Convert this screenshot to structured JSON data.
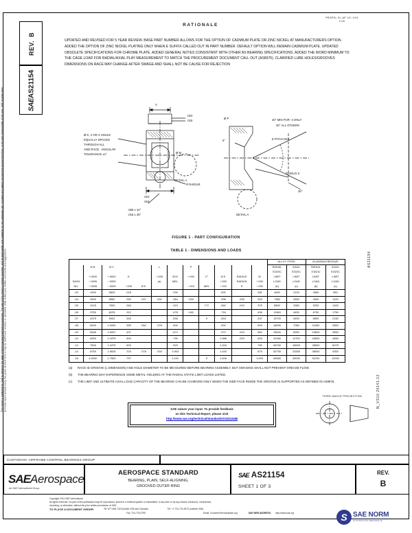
{
  "stamp": {
    "line1": "PROPHL SL-AP 1/2: 9:03",
    "line2": "2:09"
  },
  "rev_tab": {
    "label": "REV.",
    "value": "B"
  },
  "number_tab": {
    "sae": "SAE",
    "value": "AS21154"
  },
  "rationale": {
    "title": "RATIONALE",
    "body": "UPDATED AND REVISED FOR 5 YEAR REVIEW.  BASE PART NUMBER ALLOWS FOR THE OPTION OF CADMIUM PLATE OR ZINC NICKEL AT MANUFACTURERS OPTION.  ADDED THE OPTION OF ZINC NICKEL PLATING ONLY WHEN E SUFFIX CALLED OUT IN PART NUMBER.  DEFAULT OPTION WILL REMAIN CADMIUM PLATE.  UPDATED OBSOLETE SPECIFICATIONS FOR CHROME PLATE.  ADDED GENERAL NOTES CONSISTANT WITH OTHER AS BEARING SPECIFICATIONS.  ADDED THE WORD MINIMUM TO THE CAGE LOAD FOR RADIAL/AXIAL PLAY MEASUREMENT TO MATCH THE PROCUREMENT DOCUMENT CALL OUT (AS8976).  CLARIFIED LUBE HOLES/GROOVES DIMENSIONS ON RACE MAY CHANGE AFTER SWAGE AND SHALL NOT BE CAUSE FOR REJECTION"
  },
  "left_margin_note": "This report is published by SAE to advance the state of technical and engineering sciences. The use of this report is entirely voluntary, and its applicability and suitability for any particular use, including any patent infringement arising therefrom, is the sole responsibility of the user. SAE reviews each technical report at least every five years at which time it may be reaffirmed, revised, or cancelled. SAE invites your written comments and suggestions.",
  "drawing": {
    "figure_caption": "FIGURE 1 - PART CONFIGURATION",
    "table_caption": "TABLE 1 - DIMENSIONS AND LOADS",
    "labels": [
      "V",
      ".010",
      ".015",
      "Ø K, 2 OR 3 HOLES",
      "EQUALLY SPACED",
      "THROUGH ALL",
      "AND RACE.  ANGULAR",
      "TOLERANCE ±1°",
      ".010",
      ".015",
      "R RADIUS",
      ".005 x 44°",
      ".015 x 46°",
      "Ø M",
      "DETAIL A",
      "DETAIL A",
      "Ø P",
      "6°",
      "20° MIN FOR -4 ONLY",
      "30° ALL OTHERS",
      "E PITCH DIA.",
      "RADIUS S",
      "30°"
    ]
  },
  "table": {
    "group_headers": [
      "ALLOY STEEL",
      "ALUMINUM BRONZE"
    ],
    "columns": [
      {
        "l1": "DASH",
        "l2": "NO.",
        "l3": "",
        "l4": "",
        "l5": ""
      },
      {
        "l1": "Ø B",
        "l2": "+.0000",
        "l3": "−.0005",
        "l4": "",
        "l5": ""
      },
      {
        "l1": "Ø C",
        "l2": "+.0000",
        "l3": "−.0005",
        "l4": "",
        "l5": ""
      },
      {
        "l1": "H",
        "l2": "−.005",
        "l3": "",
        "l4": "",
        "l5": ""
      },
      {
        "l1": "Ø K",
        "l2": "",
        "l3": "",
        "l4": "",
        "l5": ""
      },
      {
        "l1": "L",
        "l2": "+.005",
        "l3": "(a)",
        "l4": "",
        "l5": ""
      },
      {
        "l1": "Ø M",
        "l2": "MIN.",
        "l3": "",
        "l4": "",
        "l5": ""
      },
      {
        "l1": "P",
        "l2": "+.000",
        "l3": "−.015",
        "l4": "",
        "l5": ""
      },
      {
        "l1": "C°",
        "l2": "MIN.",
        "l3": "",
        "l4": "",
        "l5": ""
      },
      {
        "l1": "Ø E",
        "l2": "+.000",
        "l3": "−.010",
        "l4": "",
        "l5": ""
      },
      {
        "l1": "RADIUS",
        "l2": "S",
        "l3": "",
        "l4": "",
        "l5": ""
      },
      {
        "l1": "W",
        "l2": "+.000",
        "l3": "−.002",
        "l4": "",
        "l5": ""
      },
      {
        "l1": "RADIAL",
        "l2": "STATIC",
        "l3": "LIMIT",
        "l4": "LOAD",
        "l5": "(b)"
      },
      {
        "l1": "AXIAL",
        "l2": "STATIC",
        "l3": "LIMIT",
        "l4": "LOAD",
        "l5": "(c)"
      },
      {
        "l1": "RADIAL",
        "l2": "STATIC",
        "l3": "LIMIT",
        "l4": "LOAD",
        "l5": "(b)"
      },
      {
        "l1": "AXIAL",
        "l2": "STATIC",
        "l3": "LIMIT",
        "l4": "LOAD",
        "l5": "(c)"
      }
    ],
    "rows": [
      {
        "dash": "-03",
        "b": ".1900",
        "c": ".5625",
        "h": ".218",
        "k": "",
        "l": "",
        "m": ".290",
        "p": "",
        "cdeg": "",
        "e": ".502",
        "radius": "",
        "w": ".281",
        "as_radial": "4500",
        "as_axial": "2100",
        "ab_radial": "2800",
        "ab_axial": "850"
      },
      {
        "dash": "-04",
        "b": ".2500",
        "c": ".6562",
        "h": ".250",
        "k": ".047",
        "l": ".002",
        "m": ".364",
        "p": ".030",
        "cdeg": "",
        "e": ".596",
        "radius": ".005",
        "w": ".343",
        "as_radial": "7380",
        "as_axial": "2800",
        "ab_radial": "4300",
        "ab_axial": "1100"
      },
      {
        "dash": "-05",
        "b": ".3125",
        "c": ".7500",
        "h": ".284",
        "k": "",
        "l": "",
        "m": ".419",
        "p": "",
        "cdeg": "1°C",
        "e": ".682",
        "radius": ".010",
        "w": ".375",
        "as_radial": "8500",
        "as_axial": "3350",
        "ab_radial": "5200",
        "ab_axial": "1400"
      },
      {
        "dash": "-06",
        "b": ".3750",
        "c": ".8125",
        "h": ".312",
        "k": "",
        "l": "",
        "m": ".478",
        "p": ".040",
        "cdeg": "",
        "e": ".716",
        "radius": "",
        "w": ".406",
        "as_radial": "11360",
        "as_axial": "4400",
        "ab_radial": "6790",
        "ab_axial": "1750"
      },
      {
        "dash": "-07",
        "b": ".4375",
        "c": ".9002",
        "h": ".343",
        "k": "",
        "l": "",
        "m": ".535",
        "p": "",
        "cdeg": "9",
        "e": ".818",
        "radius": "",
        "w": ".437",
        "as_radial": "13700",
        "as_axial": "5400",
        "ab_radial": "8500",
        "ab_axial": "2150"
      },
      {
        "dash": "-08",
        "b": ".5000",
        "c": "1.0000",
        "h": ".390",
        "k": ".062",
        "l": ".078",
        "m": ".600",
        "p": "",
        "cdeg": "",
        "e": ".902",
        "radius": "",
        "w": ".500",
        "as_radial": "18450",
        "as_axial": "7050",
        "ab_radial": "11500",
        "ab_axial": "2800"
      },
      {
        "dash": "-09",
        "b": ".5535",
        "c": "1.0937",
        "h": ".437",
        "k": "",
        "l": "",
        "m": ".672",
        "p": "",
        "cdeg": "",
        "e": ".972",
        "radius": ".010",
        "w": ".562",
        "as_radial": "25500",
        "as_axial": "8900",
        "ab_radial": "15500",
        "ab_axial": "3550"
      },
      {
        "dash": "-10",
        "b": ".6250",
        "c": "1.1875",
        "h": ".500",
        "k": "",
        "l": "",
        "m": ".730",
        "p": "",
        "cdeg": "",
        "e": "1.086",
        "radius": ".020",
        "w": ".625",
        "as_radial": "31360",
        "as_axial": "11700",
        "ab_radial": "18500",
        "ab_axial": "4650"
      },
      {
        "dash": "-12",
        "b": ".7500",
        "c": "1.4375",
        "h": ".503",
        "k": "",
        "l": "",
        "m": ".923",
        "p": "",
        "cdeg": "",
        "e": "1.316",
        "radius": "",
        "w": ".750",
        "as_radial": "46750",
        "as_axial": "16500",
        "ab_radial": "28500",
        "ab_axial": "6075"
      },
      {
        "dash": "-14",
        "b": ".8750",
        "c": "1.5625",
        "h": ".703",
        "k": ".078",
        "l": ".003",
        "m": "1.064",
        "p": "",
        "cdeg": "",
        "e": "1.440",
        "radius": "",
        "w": ".875",
        "as_radial": "52750",
        "as_axial": "23300",
        "ab_radial": "38000",
        "ab_axial": "9300"
      },
      {
        "dash": "-16",
        "b": "1.0000",
        "c": "1.7500",
        "h": ".797",
        "k": "",
        "l": "",
        "m": "1.115",
        "p": "",
        "cdeg": "9",
        "e": "1.628",
        "radius": "",
        "w": "1.000",
        "as_radial": "83580",
        "as_axial": "30000",
        "ab_radial": "51200",
        "ab_axial": "12000"
      }
    ]
  },
  "notes": [
    {
      "mark": "(a)",
      "text": "RACE ID GROOVE (L DIMENSION) AND HOLE DIAMETER TO BE MEASURED BEFORE BEARING ASSEMBLY, BUT SWAGING SHALL NOT PREVENT GREASE FLOW."
    },
    {
      "mark": "(b)",
      "text": "THE BEARING MAY EXPERIENCE SOME METAL YIELDING AT THE RADIAL STATIC LIMIT LOADS LISTED."
    },
    {
      "mark": "(c)",
      "text": "THE LIMIT AND ULTIMATE AXIAL LOAD CAPACITY OF THE BEARING CAN BE ACHIEVED ONLY WHEN THE SIDE FACE INSIDE THE GROOVE IS SUPPORTED AS DEFINED IN AS8976."
    }
  ],
  "feedback": {
    "line1": "SAE values your input.  To provide feedback",
    "line2": "on this Technical Report, please visit",
    "url": "http://www.sae.org/technical/standards/AS21154B"
  },
  "third_angle": {
    "caption": "THIRD ANGLE PROJECTION"
  },
  "right_vertical": {
    "upper": "AS21154",
    "lower": "N_VS10 20141-12"
  },
  "custodian": {
    "text": "CUSTODIAN:  AIRFRAME CONTROL BEARINGS GROUP"
  },
  "title_block": {
    "logo_sae": "SAE",
    "logo_aero": "Aerospace",
    "logo_sub": "An SAE International Group",
    "standard": "AEROSPACE STANDARD",
    "desc_line1": "BEARING, PLAIN, SELF-ALIGNING,",
    "desc_line2": "GROOVED OUTER RING",
    "sae_mark": "SAE",
    "doc_number": "AS21154",
    "sheet": "SHEET 1 OF 3",
    "rev_label": "REV.",
    "rev_value": "B"
  },
  "footer": {
    "copyright": "Copyright 2011 SAE International",
    "rights1": "All rights reserved.  No part of this publication may be reproduced, stored in a retrieval system or transmitted, in any form or by any means, electronic, mechanical,",
    "rights2": "recording, or otherwise, without the prior written permission of SAE.",
    "order_label": "TO PLACE A DOCUMENT ORDER:",
    "tel_us": "Tel:  877-606-7323 (inside USA and Canada)",
    "fax": "Fax:  724-776-0790",
    "tel_intl": "Tel:  +1 724-776-4970 (outside USA)",
    "email": "Email:  CustomerService@sae.org",
    "web_label": "SAE WEB ADDRESS:",
    "web": "http://www.sae.org"
  },
  "sae_norm": {
    "title": "SAE NORM",
    "sub": "AUTOMOTIVE   AEROSPACE"
  },
  "colors": {
    "ink": "#1a1a1a",
    "link": "#0000cc",
    "brand_blue": "#2f3b8c"
  }
}
